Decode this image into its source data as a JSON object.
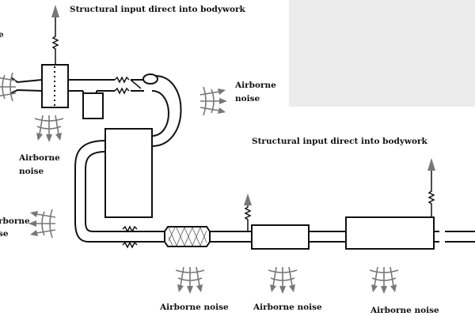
{
  "labels": {
    "structural_top": "Structural input direct into bodywork",
    "structural_right": "Structural input direct into bodywork",
    "airborne_right_1": "Airborne",
    "airborne_right_2": "noise",
    "airborne_left_1": "Airborne",
    "airborne_left_2": "noise",
    "partial_top_left": "e",
    "partial_left_1": "rborne",
    "partial_left_2": "se",
    "airborne_cat": "Airborne noise",
    "airborne_muffler1": "Airborne noise",
    "airborne_muffler2": "Airborne noise"
  },
  "colors": {
    "line": "#111111",
    "noise_arrows": "#777777",
    "overlay_panel": "#ececec"
  }
}
